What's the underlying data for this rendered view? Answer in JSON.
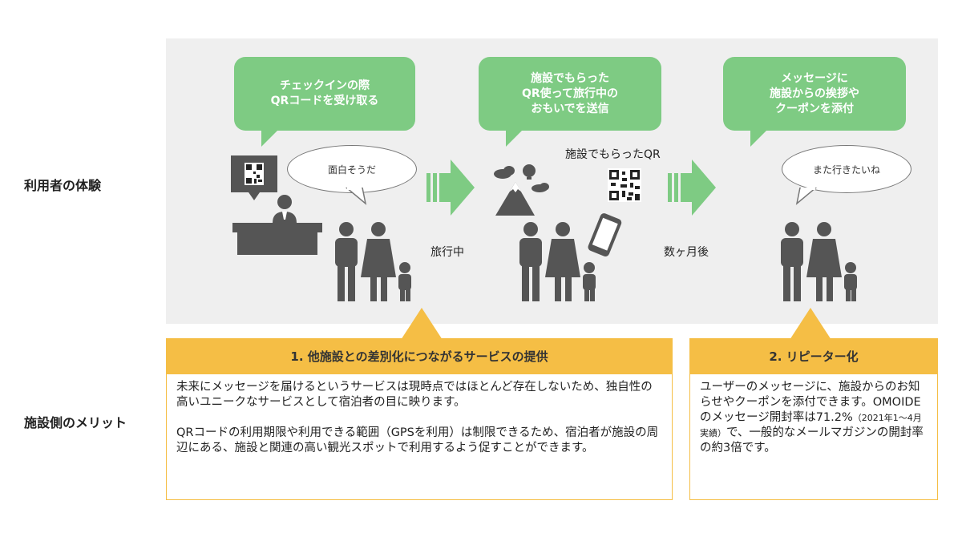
{
  "labels": {
    "user_experience": "利用者の体験",
    "facility_merit": "施設側のメリット"
  },
  "bubbles": {
    "checkin": [
      "チェックインの際",
      "QRコードを受け取る"
    ],
    "travel": [
      "施設でもらった",
      "QR使って旅行中の",
      "おもいでを送信"
    ],
    "attach": [
      "メッセージに",
      "施設からの挨拶や",
      "クーポンを添付"
    ]
  },
  "speech": {
    "first": "面白そうだ",
    "last": "また行きたいね"
  },
  "captions": {
    "traveling": "旅行中",
    "months_later": "数ヶ月後",
    "qr_received": "施設でもらったQR"
  },
  "merits": {
    "one": {
      "title": "1. 他施設との差別化につながるサービスの提供",
      "para1": "未来にメッセージを届けるというサービスは現時点ではほとんど存在しないため、独自性の高いユニークなサービスとして宿泊者の目に映ります。",
      "para2": "QRコードの利用期限や利用できる範囲（GPSを利用）は制限できるため、宿泊者が施設の周辺にある、施設と関連の高い観光スポットで利用するよう促すことができます。"
    },
    "two": {
      "title": "2. リピーター化",
      "text_a": "ユーザーのメッセージに、施設からのお知らせやクーポンを添付できます。OMOIDEのメッセージ開封率は71.2%",
      "text_small": "（2021年1～4月実績）",
      "text_b": "で、一般的なメールマガジンの開封率の約3倍です。"
    }
  },
  "colors": {
    "green": "#7ecb83",
    "orange": "#f5be45",
    "panel": "#efefef",
    "figure": "#555555"
  }
}
